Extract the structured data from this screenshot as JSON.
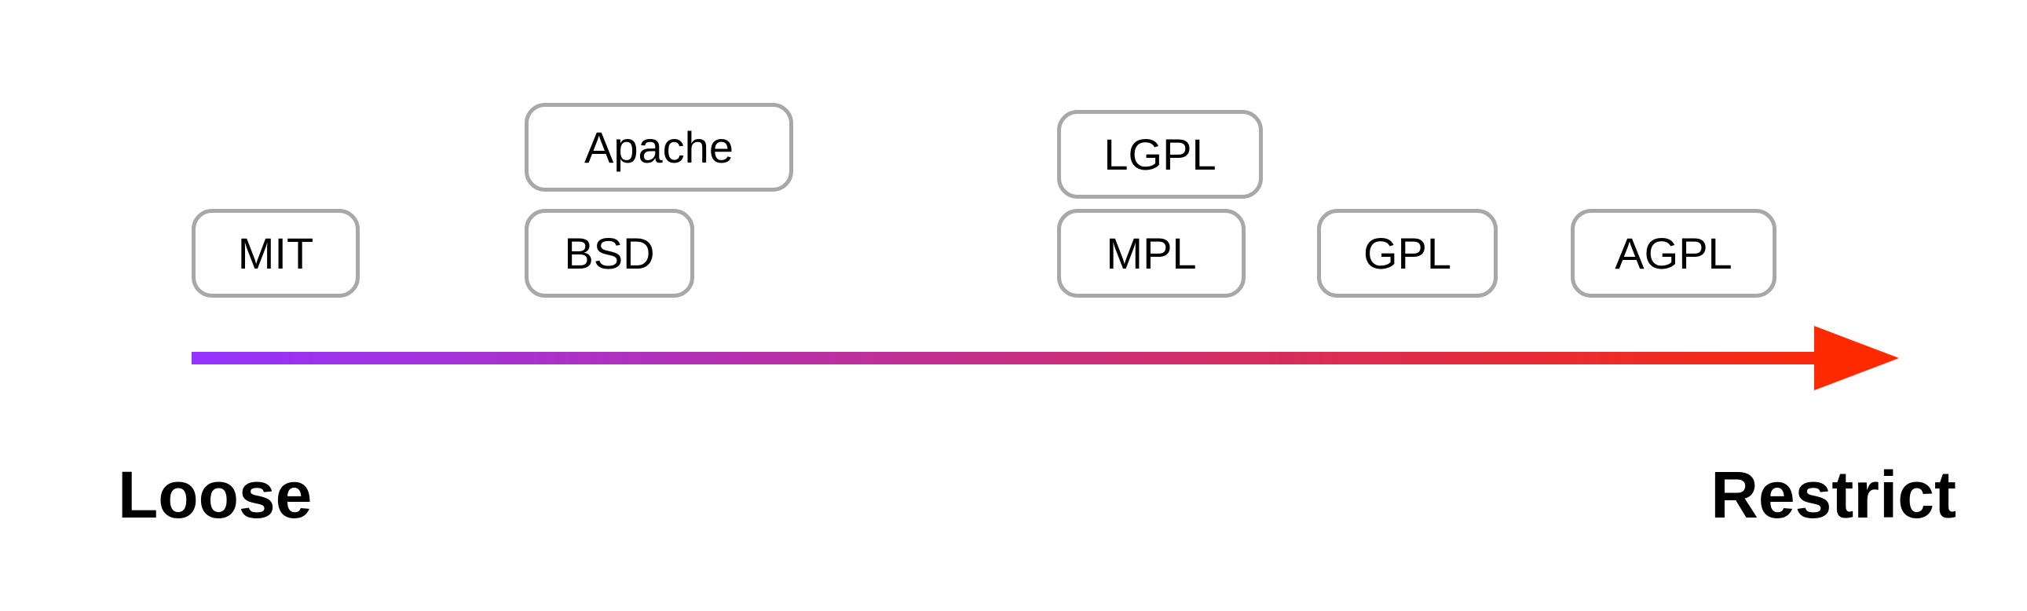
{
  "licenses": [
    {
      "id": "mit",
      "label": "MIT"
    },
    {
      "id": "bsd",
      "label": "BSD"
    },
    {
      "id": "apache",
      "label": "Apache"
    },
    {
      "id": "lgpl",
      "label": "LGPL"
    },
    {
      "id": "mpl",
      "label": "MPL"
    },
    {
      "id": "gpl",
      "label": "GPL"
    },
    {
      "id": "agpl",
      "label": "AGPL"
    }
  ],
  "scale": {
    "left_label": "Loose",
    "right_label": "Restrict",
    "gradient_start_color": "#9333ff",
    "gradient_end_color": "#ff2a00"
  },
  "colors": {
    "box_border": "#a8a8a8",
    "text": "#000000",
    "background": "#ffffff"
  }
}
